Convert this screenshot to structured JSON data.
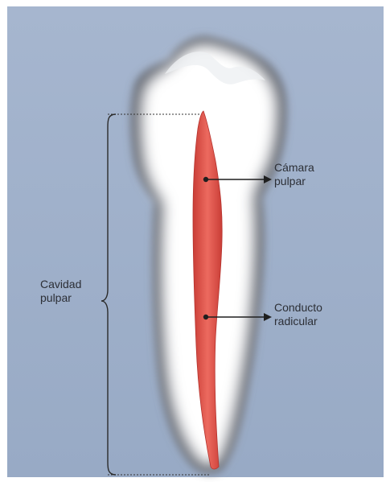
{
  "labels": {
    "camara": [
      "Cámara",
      "pulpar"
    ],
    "conducto": [
      "Conducto",
      "radicular"
    ],
    "cavidad": [
      "Cavidad",
      "pulpar"
    ]
  },
  "colors": {
    "background": "#9fb1cc",
    "tooth": "#ffffff",
    "tooth_shadow": "#585c66",
    "pulp": "#e2584f",
    "pulp_dark": "#c23a34",
    "lines": "#2b2b2b",
    "text": "#2c2f36"
  }
}
